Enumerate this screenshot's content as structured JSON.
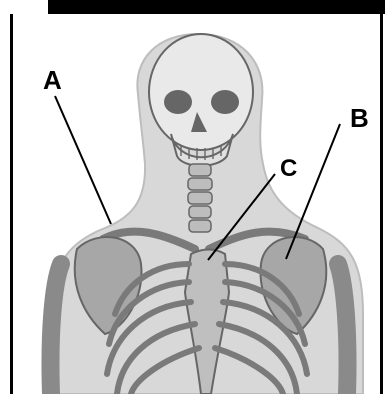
{
  "labels": {
    "a": "A",
    "b": "B",
    "c": "C"
  },
  "colors": {
    "background": "#ffffff",
    "border": "#000000",
    "body_outline": "#c7c7c7",
    "bone_light": "#e8e8e8",
    "bone_mid": "#bdbdbd",
    "bone_dark": "#7a7a7a",
    "leader_lines": "#000000"
  },
  "icons": {
    "skeleton": "skeleton-illustration"
  }
}
